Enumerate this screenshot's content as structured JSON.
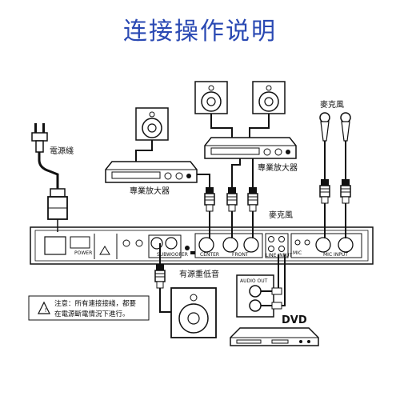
{
  "title": "连接操作说明",
  "labels": {
    "power_cord": "電源綫",
    "pro_amp_left": "專業放大器",
    "pro_amp_right": "專業放大器",
    "mic_top": "麥克風",
    "mic_mid": "麥克風",
    "subwoofer": "有源重低音",
    "dvd": "DVD",
    "audio_out": "AUDIO OUT"
  },
  "warning": {
    "line1": "注意：所有連接接綫，都要",
    "line2": "在電源斷電情況下進行。"
  },
  "panel_labels": {
    "power": "POWER",
    "subwoofer_out": "SUBWOOFER",
    "center": "CENTER",
    "front": "FRONT",
    "mic": "MIC",
    "line_input": "LINE INPUT",
    "mic_input": "MIC INPUT"
  }
}
